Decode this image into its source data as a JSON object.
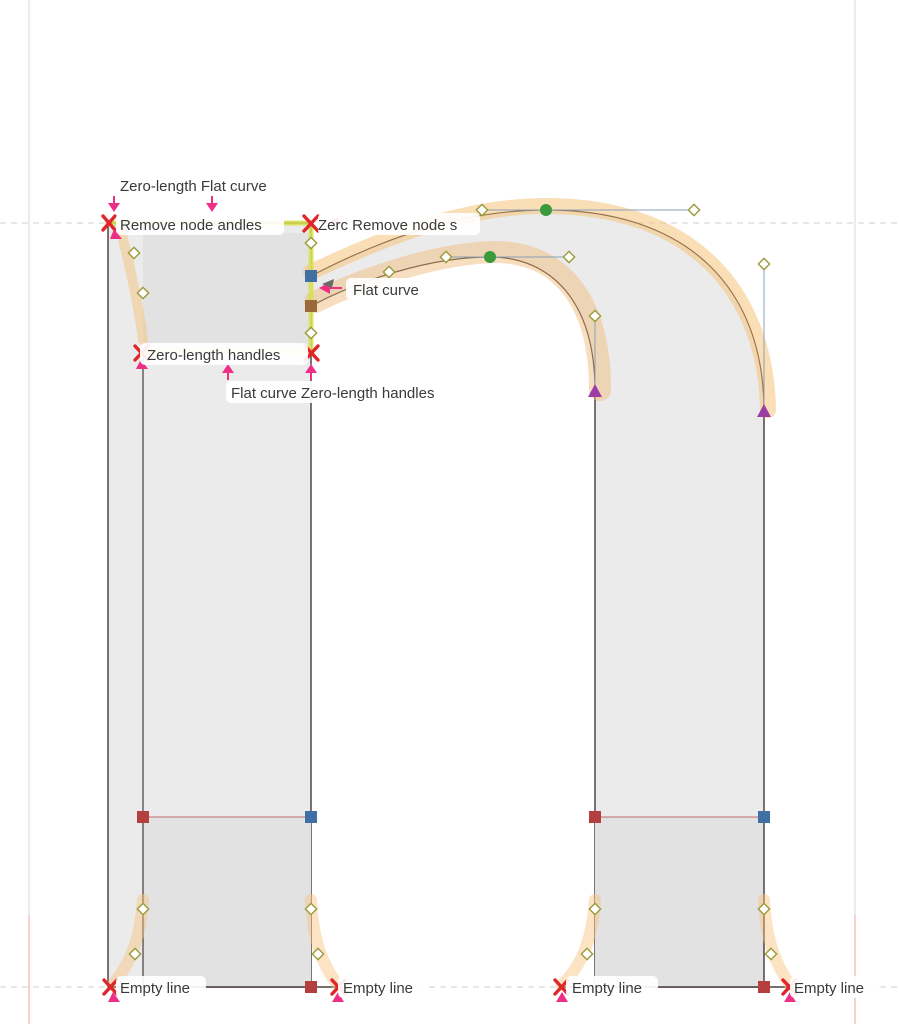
{
  "warnings": [
    {
      "key": "zl-top",
      "text": "Zero-length Flat curve"
    },
    {
      "key": "rn-left",
      "text": "Remove node andles"
    },
    {
      "key": "rn-right",
      "text": "Zerc Remove node s"
    },
    {
      "key": "flat-mid",
      "text": "Flat curve"
    },
    {
      "key": "zl-mid",
      "text": "Zero-length handles"
    },
    {
      "key": "flat-zl-bottom",
      "text": "Flat curve Zero-length handles"
    },
    {
      "key": "empty-1",
      "text": "Empty line"
    },
    {
      "key": "empty-2",
      "text": "Empty line"
    },
    {
      "key": "empty-3",
      "text": "Empty line"
    },
    {
      "key": "empty-4",
      "text": "Empty line"
    }
  ],
  "colors": {
    "glyph_fill": "#ebebeb",
    "glyph_fill_dark": "#e2e2e2",
    "outline": "#2a1818",
    "highlight_orange": "#f6c27a",
    "highlight_yellow": "#d7df4e",
    "warning_pink": "#ee2f86",
    "remove_red": "#e0262a",
    "smooth_green": "#3a9a3c",
    "corner_red": "#b3403f",
    "corner_blue": "#3f6fa3",
    "tangent_purple": "#9a3ea6",
    "handle_olive": "#b4b44a",
    "guide": "#c9c9c9"
  }
}
